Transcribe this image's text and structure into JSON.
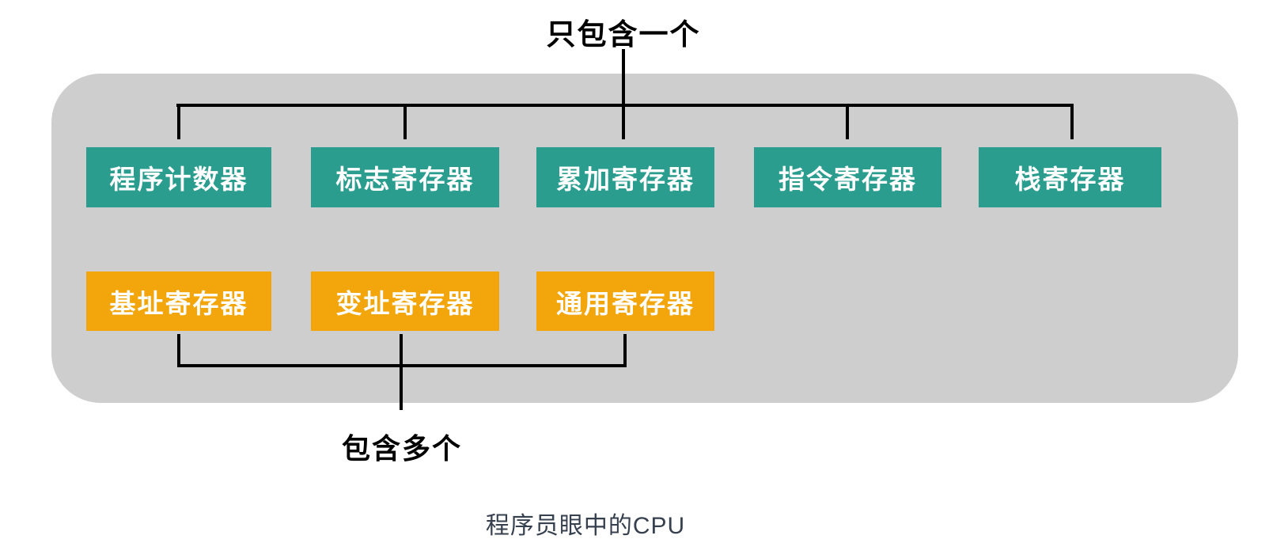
{
  "diagram": {
    "top_annotation": "只包含一个",
    "bottom_annotation": "包含多个",
    "caption": "程序员眼中的CPU",
    "single_instance_registers": [
      "程序计数器",
      "标志寄存器",
      "累加寄存器",
      "指令寄存器",
      "栈寄存器"
    ],
    "multiple_instance_registers": [
      "基址寄存器",
      "变址寄存器",
      "通用寄存器"
    ],
    "colors": {
      "single_register_fill": "#2A9D8F",
      "multiple_register_fill": "#F2A60C",
      "register_text": "#FFFFFF",
      "cpu_body_fill": "#CECECE",
      "connector_line": "#000000",
      "annotation_text": "#000000",
      "caption_text": "#37404E"
    }
  }
}
